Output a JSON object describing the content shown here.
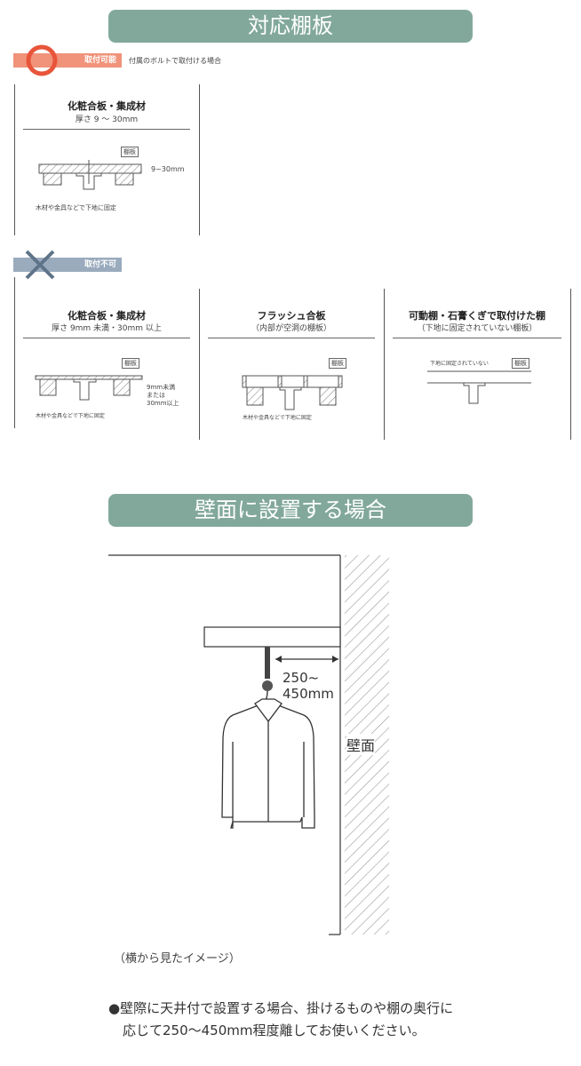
{
  "section1": {
    "title": "対応棚板"
  },
  "ok_badge": {
    "label": "取付可能",
    "note": "付属のボルトで取付ける場合",
    "color": "#f0937a",
    "mark": "circle-icon"
  },
  "ok_panel": {
    "title": "化粧合板・集成材",
    "subtitle": "厚さ 9 ～ 30mm",
    "board_label": "棚板",
    "dimension": "9~30mm",
    "fix_note": "木材や金具などで下地に固定"
  },
  "ng_badge": {
    "label": "取付不可",
    "color": "#9aabbd",
    "mark": "cross-icon"
  },
  "ng_panels": [
    {
      "title": "化粧合板・集成材",
      "subtitle": "厚さ 9mm 未満・30mm 以上",
      "board_label": "棚板",
      "dim1": "9mm未満",
      "dim2": "または",
      "dim3": "30mm以上",
      "fix_note": "木材や金具などで下地に固定"
    },
    {
      "title": "フラッシュ合板",
      "subtitle": "（内部が空洞の棚板）",
      "board_label": "棚板",
      "fix_note": "木材や金具などで下地に固定"
    },
    {
      "title": "可動棚・石膏くぎで取付けた棚",
      "subtitle": "（下地に固定されていない棚板）",
      "board_label": "棚板",
      "not_fixed": "下地に固定されていない"
    }
  ],
  "section2": {
    "title": "壁面に設置する場合"
  },
  "wall_diagram": {
    "distance1": "250~",
    "distance2": "450mm",
    "wall_label": "壁面",
    "caption": "（横から見たイメージ）"
  },
  "note": {
    "bullet": "●",
    "line1": "壁際に天井付で設置する場合、掛けるものや棚の奥行に",
    "line2": "応じて250～450mm程度離してお使いください。"
  }
}
